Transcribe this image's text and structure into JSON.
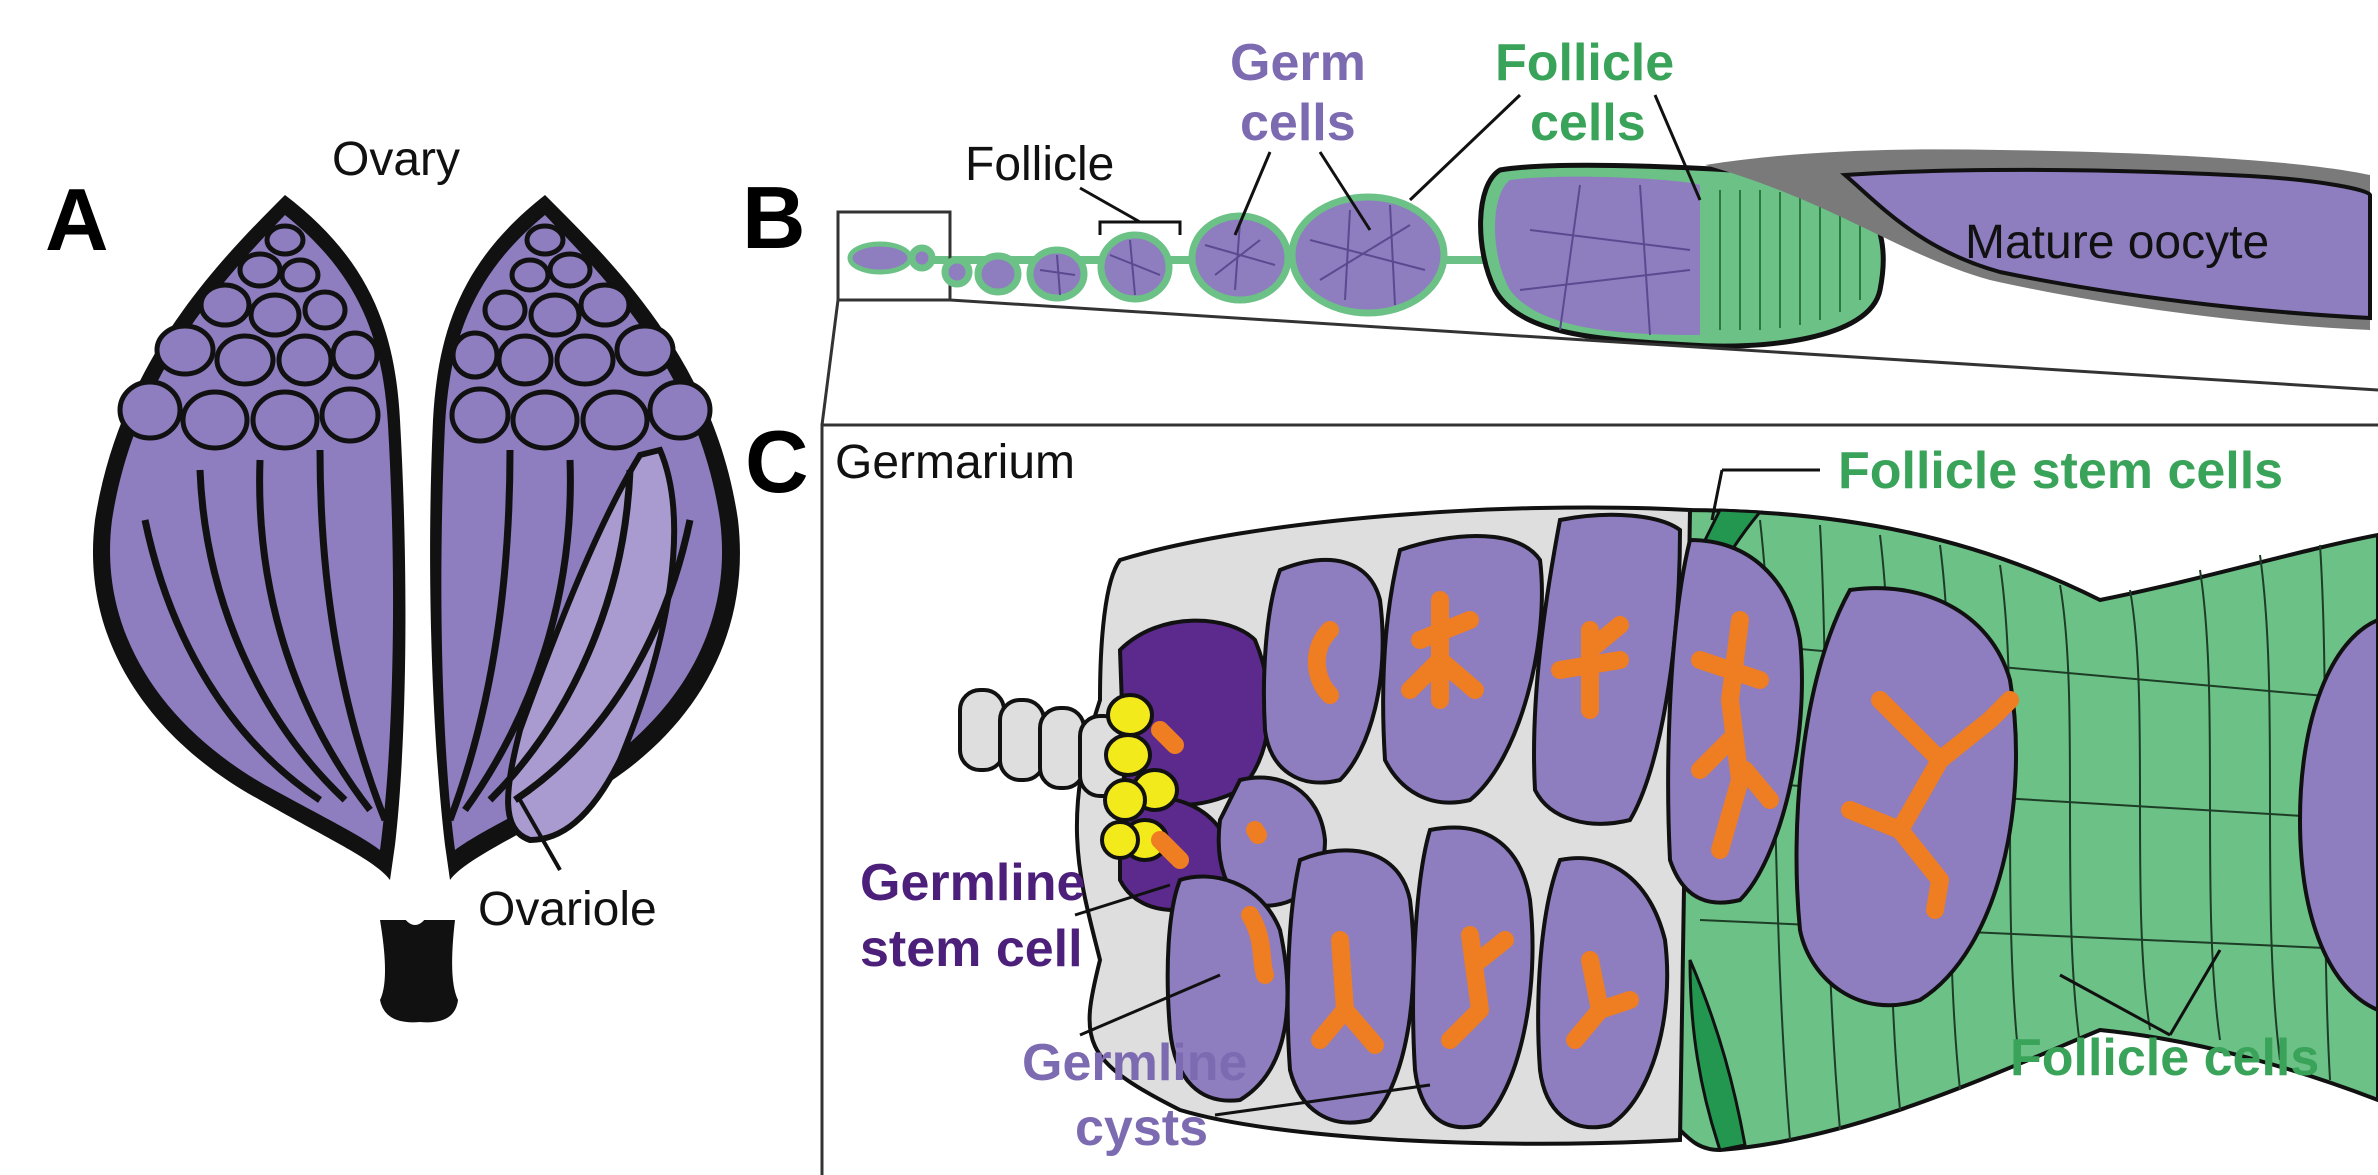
{
  "figure": {
    "panels": [
      {
        "letter": "A"
      },
      {
        "letter": "B"
      },
      {
        "letter": "C"
      }
    ],
    "panel_a": {
      "ovary_label": "Ovary",
      "ovariole_label": "Ovariole"
    },
    "panel_b": {
      "follicle_label": "Follicle",
      "germ_cells_line1": "Germ",
      "germ_cells_line2": "cells",
      "follicle_cells_line1": "Follicle",
      "follicle_cells_line2": "cells",
      "mature_oocyte_label": "Mature oocyte"
    },
    "panel_c": {
      "germarium_label": "Germarium",
      "follicle_stem_cells_label": "Follicle stem cells",
      "germline_stem_cell_line1": "Germline",
      "germline_stem_cell_line2": "stem cell",
      "germline_cysts_line1": "Germline",
      "germline_cysts_line2": "cysts",
      "follicle_cells_label": "Follicle cells"
    }
  },
  "colors": {
    "germ_purple": "#8e7dbf",
    "germ_purple_light": "#a99bd0",
    "stem_purple": "#5b2a8c",
    "follicle_green": "#6cc186",
    "follicle_green_dark": "#239650",
    "label_purple": "#7d6bb2",
    "label_green": "#3aa35a",
    "label_dark_purple": "#4b1f7a",
    "fusome_orange": "#ef7d22",
    "niche_yellow": "#f2ea1a",
    "terminal_grey": "#dedede",
    "outline": "#1a1a1a"
  },
  "icons": [
    "ovary-illustration",
    "ovariole-chain-illustration",
    "germarium-illustration"
  ]
}
